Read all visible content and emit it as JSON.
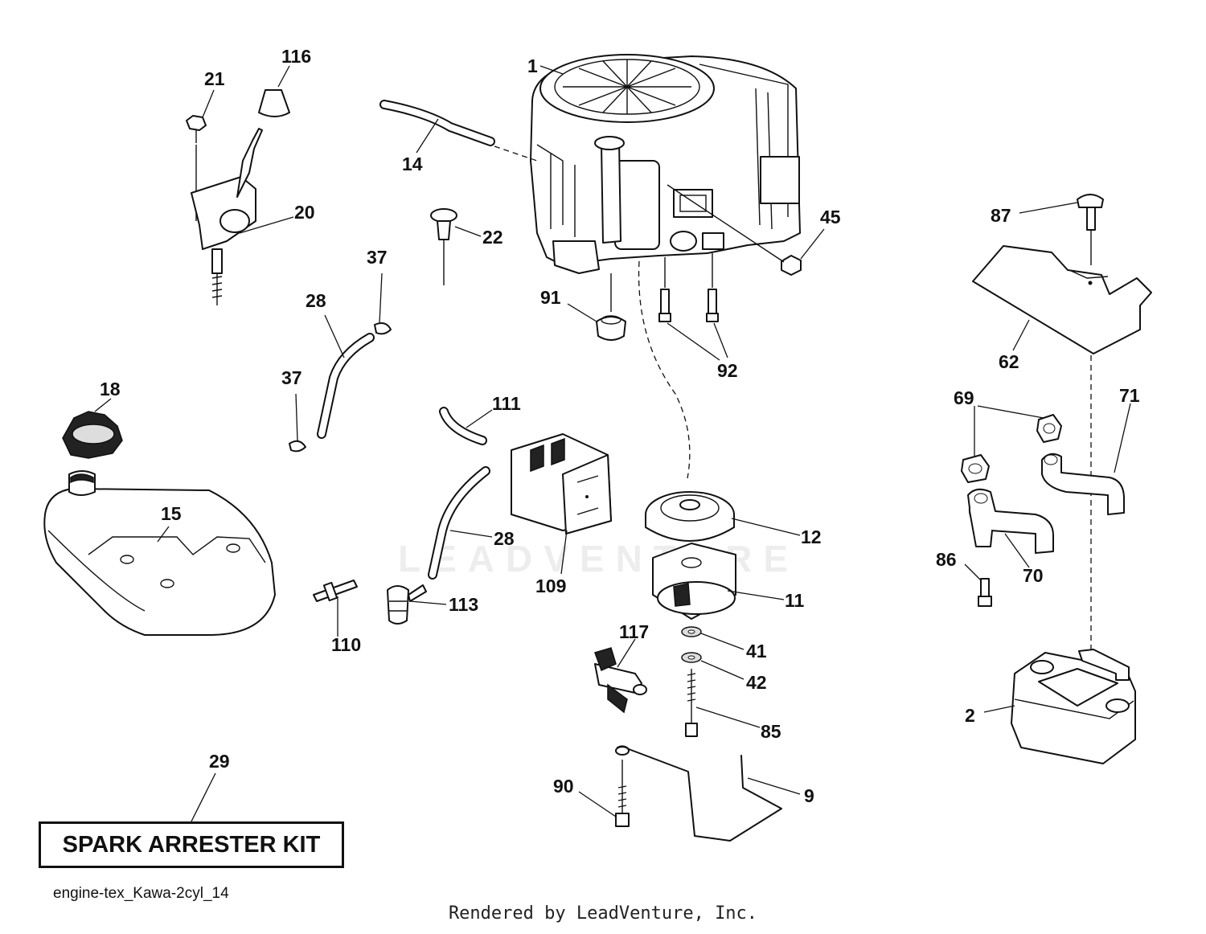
{
  "diagram": {
    "id_label": "engine-tex_Kawa-2cyl_14",
    "kit_label": "SPARK ARRESTER KIT",
    "footer": "Rendered by LeadVenture, Inc.",
    "watermark": "LEADVENTURE",
    "callouts": {
      "c1": "1",
      "c2": "2",
      "c9": "9",
      "c11": "11",
      "c12": "12",
      "c14": "14",
      "c15": "15",
      "c18": "18",
      "c20": "20",
      "c21": "21",
      "c22": "22",
      "c28a": "28",
      "c28b": "28",
      "c29": "29",
      "c37a": "37",
      "c37b": "37",
      "c41": "41",
      "c42": "42",
      "c45": "45",
      "c62": "62",
      "c69": "69",
      "c70": "70",
      "c71": "71",
      "c85": "85",
      "c86": "86",
      "c87": "87",
      "c90": "90",
      "c91": "91",
      "c92": "92",
      "c109": "109",
      "c110": "110",
      "c111": "111",
      "c113": "113",
      "c116": "116",
      "c117": "117"
    }
  }
}
